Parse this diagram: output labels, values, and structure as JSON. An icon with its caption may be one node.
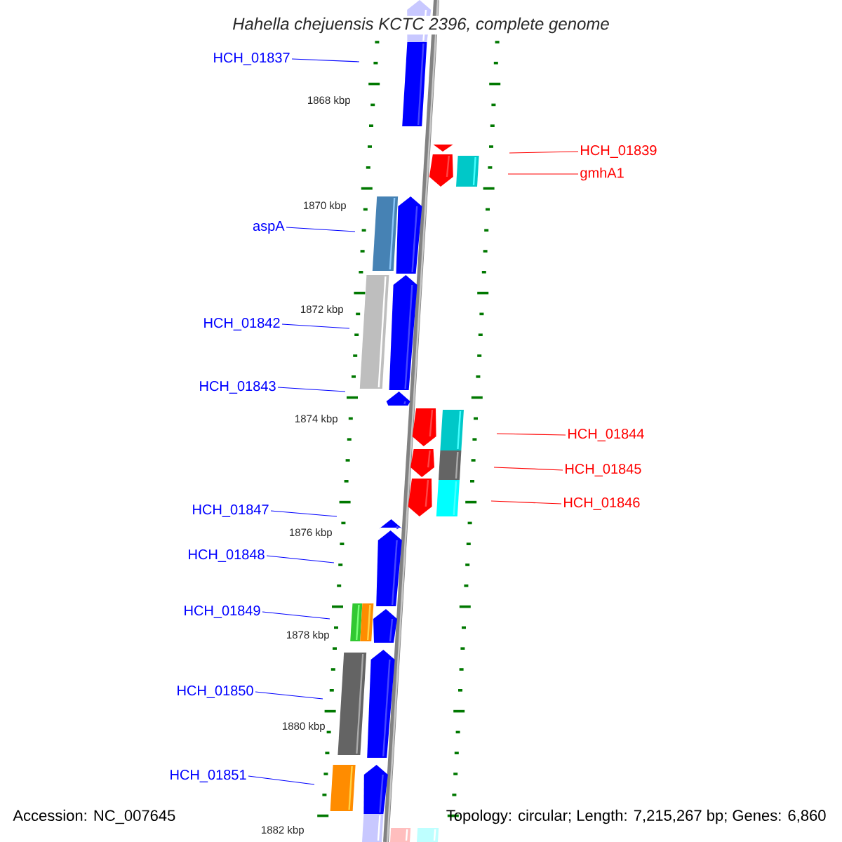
{
  "diagram": {
    "title": "Hahella chejuensis KCTC 2396, complete genome",
    "nodes": [
      {
        "text": [
          "HCH_01837"
        ]
      },
      {
        "text": [
          "HCH_01839"
        ]
      },
      {
        "text": [
          "gmhA1"
        ]
      },
      {
        "text": [
          "aspA"
        ]
      },
      {
        "text": [
          "HCH_01842"
        ]
      },
      {
        "text": [
          "HCH_01843"
        ]
      },
      {
        "text": [
          "HCH_01844"
        ]
      },
      {
        "text": [
          "HCH_01845"
        ]
      },
      {
        "text": [
          "HCH_01846"
        ]
      },
      {
        "text": [
          "HCH_01847"
        ]
      },
      {
        "text": [
          "HCH_01848"
        ]
      },
      {
        "text": [
          "HCH_01849"
        ]
      },
      {
        "text": [
          "HCH_01850"
        ]
      },
      {
        "text": [
          "HCH_01851"
        ]
      }
    ],
    "edges": [
      {
        "from": 0,
        "to": null,
        "arrow": "none"
      },
      {
        "from": 1,
        "to": null,
        "arrow": "none",
        "color": "#ff0000"
      },
      {
        "from": 2,
        "to": null,
        "arrow": "none",
        "color": "#ff0000"
      },
      {
        "from": 3,
        "to": null,
        "arrow": "none"
      },
      {
        "from": 4,
        "to": null,
        "arrow": "none"
      },
      {
        "from": 5,
        "to": null,
        "arrow": "none"
      },
      {
        "from": 6,
        "to": null,
        "arrow": "none",
        "color": "#ff0000"
      },
      {
        "from": 7,
        "to": null,
        "arrow": "none",
        "color": "#ff0000"
      },
      {
        "from": 8,
        "to": null,
        "arrow": "none",
        "color": "#ff0000"
      },
      {
        "from": 9,
        "to": null,
        "arrow": "none"
      },
      {
        "from": 10,
        "to": null,
        "arrow": "none"
      },
      {
        "from": 11,
        "to": null,
        "arrow": "none"
      },
      {
        "from": 12,
        "to": null,
        "arrow": "none"
      },
      {
        "from": 13,
        "to": null,
        "arrow": "none"
      }
    ],
    "labels": [
      "1868 kbp",
      "1870 kbp",
      "1872 kbp",
      "1874 kbp",
      "1876 kbp",
      "1878 kbp",
      "1880 kbp",
      "1882 kbp",
      "Accession: NC_007645",
      "Topology: circular; Length: 7,215,267 bp; Genes: 6,860"
    ]
  }
}
